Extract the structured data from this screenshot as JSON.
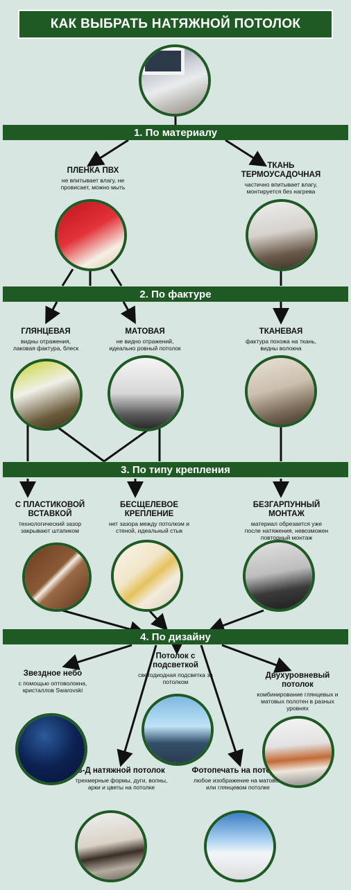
{
  "title": "КАК ВЫБРАТЬ НАТЯЖНОЙ ПОТОЛОК",
  "colors": {
    "band": "#1f5a25",
    "background": "#d8e6e1",
    "arrow": "#111111"
  },
  "bands": {
    "b1": "1. По материалу",
    "b2": "2. По фактуре",
    "b3": "3. По типу крепления",
    "b4": "4. По дизайну"
  },
  "material": {
    "pvc": {
      "title": "ПЛЕНКА ПВХ",
      "desc": "не впитывает влагу, не провисает, можно мыть"
    },
    "fabric": {
      "title": "ТКАНЬ ТЕРМОУСАДОЧНАЯ",
      "desc": "частично впитывает влагу, монтируется без нагрева"
    }
  },
  "texture": {
    "glossy": {
      "title": "ГЛЯНЦЕВАЯ",
      "desc": "видны отражения, лаковая фактура, блеск"
    },
    "matte": {
      "title": "МАТОВАЯ",
      "desc": "не видно отражений, идеально ровный потолок"
    },
    "cloth": {
      "title": "ТКАНЕВАЯ",
      "desc": "фактура похожа на ткань, видны волокна"
    }
  },
  "mount": {
    "plastic": {
      "title": "С ПЛАСТИКОВОЙ ВСТАВКОЙ",
      "desc": "технологический зазор закрывают штапиком"
    },
    "seamless": {
      "title": "БЕСЩЕЛЕВОЕ КРЕПЛЕНИЕ",
      "desc": "нет зазора между потолком и стеной, идеальный стык"
    },
    "harpoonless": {
      "title": "БЕЗГАРПУННЫЙ МОНТАЖ",
      "desc": "материал обрезается уже после натяжения, невозможен повторный монтаж"
    }
  },
  "design": {
    "starry": {
      "title": "Звездное небо",
      "desc": "с помощью оптоволокна, кристаллов Swarovski"
    },
    "backlit": {
      "title": "Потолок с подсветкой",
      "desc": "светодиодная подсветка за потолком"
    },
    "twolevel": {
      "title": "Двухуровневый потолок",
      "desc": "комбинирование глянцевых и матовых полотен в разных уровнях"
    },
    "threed": {
      "title": "3-Д натяжной потолок",
      "desc": "трехмерные формы, дуги, волны, арки и цветы на потолке"
    },
    "photo": {
      "title": "Фотопечать на потолке",
      "desc": "любое изображение на матовом или глянцевом потолке"
    }
  }
}
